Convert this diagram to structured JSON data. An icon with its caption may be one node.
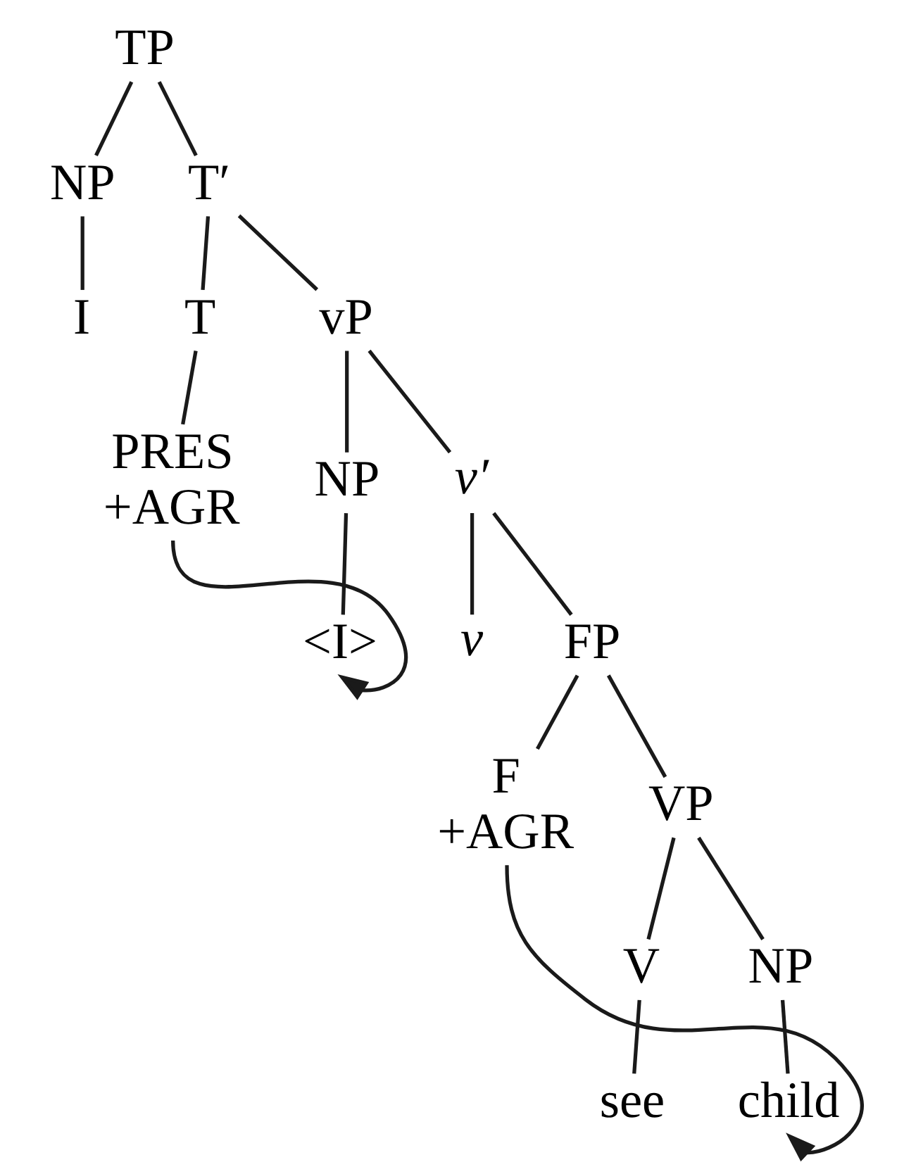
{
  "diagram": {
    "nodes": [
      {
        "text": [
          "TP"
        ]
      },
      {
        "text": [
          "NP"
        ]
      },
      {
        "text": [
          "T′"
        ]
      },
      {
        "text": [
          "I"
        ]
      },
      {
        "text": [
          "T"
        ]
      },
      {
        "text": [
          "vP"
        ]
      },
      {
        "text": [
          "PRES",
          "+AGR"
        ]
      },
      {
        "text": [
          "NP"
        ]
      },
      {
        "text": [
          "v′"
        ]
      },
      {
        "text": [
          "<I>"
        ]
      },
      {
        "text": [
          "v"
        ]
      },
      {
        "text": [
          "FP"
        ]
      },
      {
        "text": [
          "F",
          "+AGR"
        ]
      },
      {
        "text": [
          "VP"
        ]
      },
      {
        "text": [
          "V"
        ]
      },
      {
        "text": [
          "NP"
        ]
      },
      {
        "text": [
          "see"
        ]
      },
      {
        "text": [
          "child"
        ]
      }
    ],
    "edges": [
      {
        "from": 0,
        "to": 1,
        "arrow": "none"
      },
      {
        "from": 0,
        "to": 2,
        "arrow": "none"
      },
      {
        "from": 1,
        "to": 3,
        "arrow": "none"
      },
      {
        "from": 2,
        "to": 4,
        "arrow": "none"
      },
      {
        "from": 2,
        "to": 5,
        "arrow": "none"
      },
      {
        "from": 4,
        "to": 6,
        "arrow": "none"
      },
      {
        "from": 5,
        "to": 7,
        "arrow": "none"
      },
      {
        "from": 5,
        "to": 8,
        "arrow": "none"
      },
      {
        "from": 7,
        "to": 9,
        "arrow": "none"
      },
      {
        "from": 8,
        "to": 10,
        "arrow": "none"
      },
      {
        "from": 8,
        "to": 11,
        "arrow": "none"
      },
      {
        "from": 11,
        "to": 12,
        "arrow": "none"
      },
      {
        "from": 11,
        "to": 13,
        "arrow": "none"
      },
      {
        "from": 13,
        "to": 14,
        "arrow": "none"
      },
      {
        "from": 13,
        "to": 15,
        "arrow": "none"
      },
      {
        "from": 14,
        "to": 16,
        "arrow": "none"
      },
      {
        "from": 15,
        "to": 17,
        "arrow": "none"
      },
      {
        "from": 6,
        "to": 9,
        "arrow": "to"
      },
      {
        "from": 12,
        "to": 17,
        "arrow": "to"
      }
    ]
  }
}
